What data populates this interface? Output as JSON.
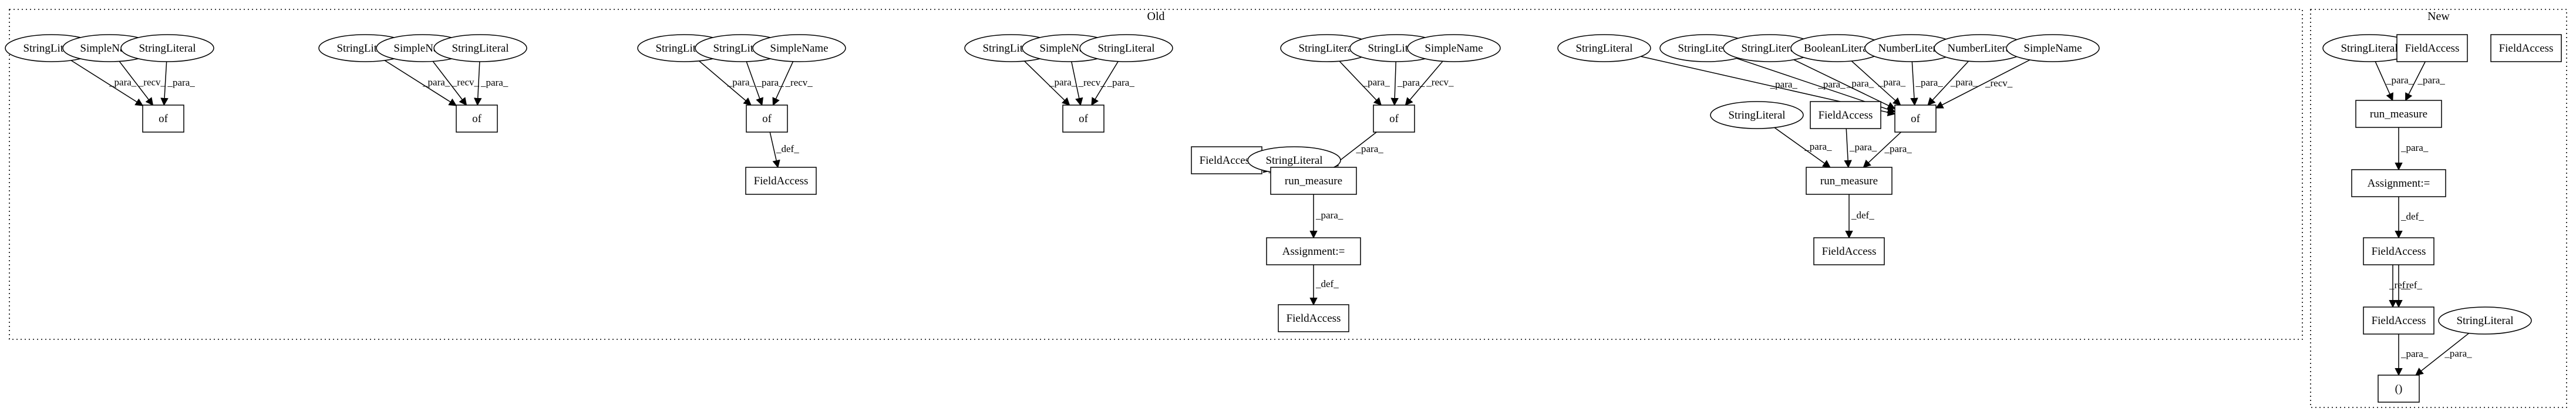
{
  "clusters": [
    {
      "id": "old",
      "label": "Old"
    },
    {
      "id": "new",
      "label": "New"
    }
  ],
  "nodes": [
    {
      "id": "o1_s1",
      "label": "StringLiteral",
      "shape": "ellipse"
    },
    {
      "id": "o1_n",
      "label": "SimpleName",
      "shape": "ellipse"
    },
    {
      "id": "o1_s2",
      "label": "StringLiteral",
      "shape": "ellipse"
    },
    {
      "id": "o1_of",
      "label": "of",
      "shape": "box"
    },
    {
      "id": "o2_s1",
      "label": "StringLiteral",
      "shape": "ellipse"
    },
    {
      "id": "o2_n",
      "label": "SimpleName",
      "shape": "ellipse"
    },
    {
      "id": "o2_s2",
      "label": "StringLiteral",
      "shape": "ellipse"
    },
    {
      "id": "o2_of",
      "label": "of",
      "shape": "box"
    },
    {
      "id": "o3_s1",
      "label": "StringLiteral",
      "shape": "ellipse"
    },
    {
      "id": "o3_s2",
      "label": "StringLiteral",
      "shape": "ellipse"
    },
    {
      "id": "o3_n",
      "label": "SimpleName",
      "shape": "ellipse"
    },
    {
      "id": "o3_of",
      "label": "of",
      "shape": "box"
    },
    {
      "id": "o3_fa",
      "label": "FieldAccess",
      "shape": "box"
    },
    {
      "id": "o4_s1",
      "label": "StringLiteral",
      "shape": "ellipse"
    },
    {
      "id": "o4_n",
      "label": "SimpleName",
      "shape": "ellipse"
    },
    {
      "id": "o4_s2",
      "label": "StringLiteral",
      "shape": "ellipse"
    },
    {
      "id": "o4_of",
      "label": "of",
      "shape": "box"
    },
    {
      "id": "o5_s1",
      "label": "StringLiteral",
      "shape": "ellipse"
    },
    {
      "id": "o5_s2",
      "label": "StringLiteral",
      "shape": "ellipse"
    },
    {
      "id": "o5_n",
      "label": "SimpleName",
      "shape": "ellipse"
    },
    {
      "id": "o5_of",
      "label": "of",
      "shape": "box"
    },
    {
      "id": "o5_fa1",
      "label": "FieldAccess",
      "shape": "box"
    },
    {
      "id": "o5_s3",
      "label": "StringLiteral",
      "shape": "ellipse"
    },
    {
      "id": "o5_rm",
      "label": "run_measure",
      "shape": "box"
    },
    {
      "id": "o5_as",
      "label": "Assignment:=",
      "shape": "box"
    },
    {
      "id": "o5_fa2",
      "label": "FieldAccess",
      "shape": "box"
    },
    {
      "id": "o6_s1",
      "label": "StringLiteral",
      "shape": "ellipse"
    },
    {
      "id": "o6_s2",
      "label": "StringLiteral",
      "shape": "ellipse"
    },
    {
      "id": "o6_s3",
      "label": "StringLiteral",
      "shape": "ellipse"
    },
    {
      "id": "o6_b",
      "label": "BooleanLiteral",
      "shape": "ellipse"
    },
    {
      "id": "o6_nl1",
      "label": "NumberLiteral",
      "shape": "ellipse"
    },
    {
      "id": "o6_nl2",
      "label": "NumberLiteral",
      "shape": "ellipse"
    },
    {
      "id": "o6_n",
      "label": "SimpleName",
      "shape": "ellipse"
    },
    {
      "id": "o6_of",
      "label": "of",
      "shape": "box"
    },
    {
      "id": "o6_s4",
      "label": "StringLiteral",
      "shape": "ellipse"
    },
    {
      "id": "o6_fa1",
      "label": "FieldAccess",
      "shape": "box"
    },
    {
      "id": "o6_rm",
      "label": "run_measure",
      "shape": "box"
    },
    {
      "id": "o6_fa2",
      "label": "FieldAccess",
      "shape": "box"
    },
    {
      "id": "n_s1",
      "label": "StringLiteral",
      "shape": "ellipse"
    },
    {
      "id": "n_fa1",
      "label": "FieldAccess",
      "shape": "box"
    },
    {
      "id": "n_fa0",
      "label": "FieldAccess",
      "shape": "box"
    },
    {
      "id": "n_rm",
      "label": "run_measure",
      "shape": "box"
    },
    {
      "id": "n_as",
      "label": "Assignment:=",
      "shape": "box"
    },
    {
      "id": "n_fa2",
      "label": "FieldAccess",
      "shape": "box"
    },
    {
      "id": "n_fa3",
      "label": "FieldAccess",
      "shape": "box"
    },
    {
      "id": "n_s2",
      "label": "StringLiteral",
      "shape": "ellipse"
    },
    {
      "id": "n_call",
      "label": "()",
      "shape": "box"
    }
  ],
  "edges": [
    {
      "from": "o1_s1",
      "to": "o1_of",
      "label": "_para_"
    },
    {
      "from": "o1_n",
      "to": "o1_of",
      "label": "_recv_"
    },
    {
      "from": "o1_s2",
      "to": "o1_of",
      "label": "_para_"
    },
    {
      "from": "o2_s1",
      "to": "o2_of",
      "label": "_para_"
    },
    {
      "from": "o2_n",
      "to": "o2_of",
      "label": "_recv_"
    },
    {
      "from": "o2_s2",
      "to": "o2_of",
      "label": "_para_"
    },
    {
      "from": "o3_s1",
      "to": "o3_of",
      "label": "_para_"
    },
    {
      "from": "o3_s2",
      "to": "o3_of",
      "label": "_para_"
    },
    {
      "from": "o3_n",
      "to": "o3_of",
      "label": "_recv_"
    },
    {
      "from": "o3_of",
      "to": "o3_fa",
      "label": "_def_"
    },
    {
      "from": "o4_s1",
      "to": "o4_of",
      "label": "_para_"
    },
    {
      "from": "o4_n",
      "to": "o4_of",
      "label": "_recv_"
    },
    {
      "from": "o4_s2",
      "to": "o4_of",
      "label": "_para_"
    },
    {
      "from": "o5_s1",
      "to": "o5_of",
      "label": "_para_"
    },
    {
      "from": "o5_s2",
      "to": "o5_of",
      "label": "_para_"
    },
    {
      "from": "o5_n",
      "to": "o5_of",
      "label": "_recv_"
    },
    {
      "from": "o5_fa1",
      "to": "o5_rm",
      "label": "_para_"
    },
    {
      "from": "o5_s3",
      "to": "o5_rm",
      "label": "_para_"
    },
    {
      "from": "o5_of",
      "to": "o5_rm",
      "label": "_para_"
    },
    {
      "from": "o5_rm",
      "to": "o5_as",
      "label": "_para_"
    },
    {
      "from": "o5_as",
      "to": "o5_fa2",
      "label": "_def_"
    },
    {
      "from": "o6_s1",
      "to": "o6_of",
      "label": "_para_"
    },
    {
      "from": "o6_s2",
      "to": "o6_of",
      "label": "_para_"
    },
    {
      "from": "o6_s3",
      "to": "o6_of",
      "label": "_para_"
    },
    {
      "from": "o6_b",
      "to": "o6_of",
      "label": "_para_"
    },
    {
      "from": "o6_nl1",
      "to": "o6_of",
      "label": "_para_"
    },
    {
      "from": "o6_nl2",
      "to": "o6_of",
      "label": "_para_"
    },
    {
      "from": "o6_n",
      "to": "o6_of",
      "label": "_recv_"
    },
    {
      "from": "o6_s4",
      "to": "o6_rm",
      "label": "_para_"
    },
    {
      "from": "o6_fa1",
      "to": "o6_rm",
      "label": "_para_"
    },
    {
      "from": "o6_of",
      "to": "o6_rm",
      "label": "_para_"
    },
    {
      "from": "o6_rm",
      "to": "o6_fa2",
      "label": "_def_"
    },
    {
      "from": "n_s1",
      "to": "n_rm",
      "label": "_para_"
    },
    {
      "from": "n_fa1",
      "to": "n_rm",
      "label": "_para_"
    },
    {
      "from": "n_rm",
      "to": "n_as",
      "label": "_para_"
    },
    {
      "from": "n_as",
      "to": "n_fa2",
      "label": "_def_"
    },
    {
      "from": "n_fa2",
      "to": "n_fa3",
      "label": "_ref_"
    },
    {
      "from": "n_fa2",
      "to": "n_fa3",
      "label": "_ref_"
    },
    {
      "from": "n_fa3",
      "to": "n_call",
      "label": "_para_"
    },
    {
      "from": "n_s2",
      "to": "n_call",
      "label": "_para_"
    }
  ]
}
